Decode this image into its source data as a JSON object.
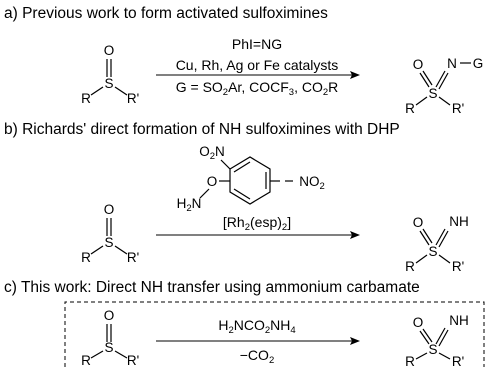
{
  "sections": {
    "a": {
      "title": "a) Previous work to form activated sulfoximines",
      "reagent_top": "PhI=NG",
      "catalysts": "Cu, Rh, Ag or Fe catalysts",
      "g_definition": {
        "prefix": "G = SO",
        "s1": "2",
        "mid1": "Ar, COCF",
        "s2": "3",
        "mid2": ", CO",
        "s3": "2",
        "end": "R"
      }
    },
    "b": {
      "title": "b) Richards' direct formation of NH sulfoximines with DHP",
      "catalyst": {
        "prefix": "[Rh",
        "s1": "2",
        "mid": "(esp)",
        "s2": "2",
        "end": "]"
      }
    },
    "c": {
      "title": "c) This work: Direct NH transfer using ammonium carbamate",
      "reagent": {
        "a": "H",
        "s1": "2",
        "b": "NCO",
        "s2": "2",
        "c": "NH",
        "s3": "4"
      },
      "byproduct": {
        "a": "−CO",
        "s1": "2"
      }
    }
  },
  "atoms": {
    "O": "O",
    "S": "S",
    "R": "R",
    "Rp": "R'",
    "N": "N",
    "G": "G",
    "NH": "NH",
    "dhp_no2_top": {
      "a": "O",
      "s": "2",
      "b": "N"
    },
    "dhp_no2_right": {
      "a": "NO",
      "s": "2"
    },
    "dhp_o": "O",
    "dhp_h2n": {
      "a": "H",
      "s": "2",
      "b": "N"
    }
  }
}
